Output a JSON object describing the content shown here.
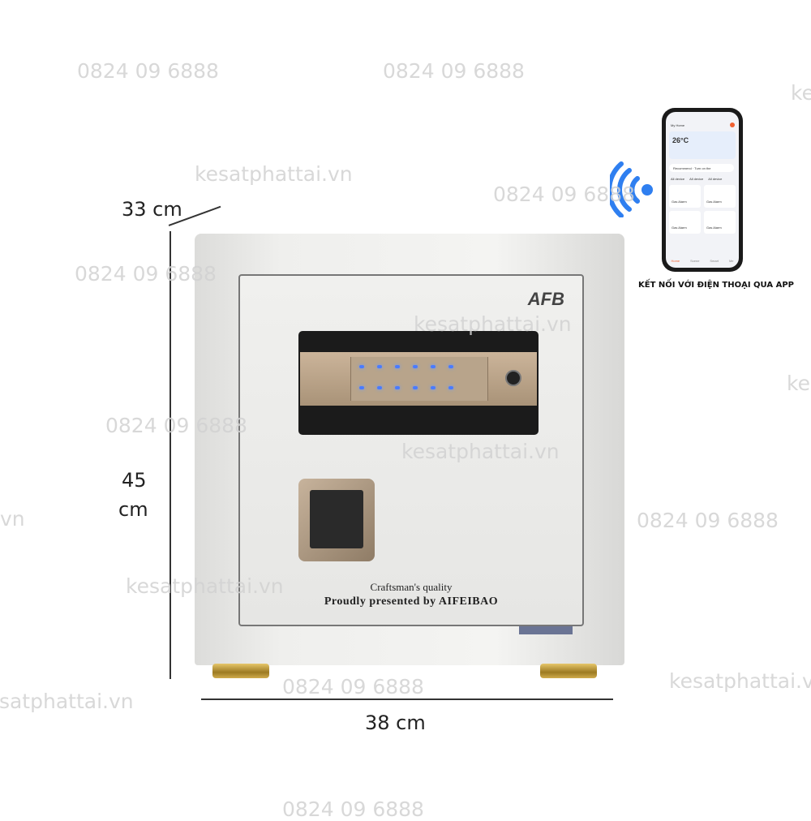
{
  "watermarks": {
    "phone": "0824 09 6888",
    "site": "kesatphattai.vn",
    "site_partial_right": "ke",
    "site_partial_left": "vn"
  },
  "dimensions": {
    "depth": "33 cm",
    "height_value": "45",
    "height_unit": "cm",
    "width": "38 cm"
  },
  "safe": {
    "brand_logo": "AFB",
    "line1": "Craftsman's quality",
    "line2": "Proudly presented by AIFEIBAO",
    "color": "#efefed",
    "accent_gold": "#b8a48b"
  },
  "phone": {
    "home": "My Home",
    "temperature": "26°C",
    "recommend": "Recommend · Turn on the",
    "tabs": [
      "All device",
      "All device",
      "All device"
    ],
    "devices": [
      "Gas Alarm",
      "Gas Alarm",
      "Gas Alarm",
      "Gas Alarm"
    ],
    "nav": [
      "Home",
      "Scene",
      "Smart",
      "Me"
    ]
  },
  "caption": "KẾT NỐI VỚI ĐIỆN THOẠI QUA APP",
  "wifi_icon_color": "#2f7ff0"
}
